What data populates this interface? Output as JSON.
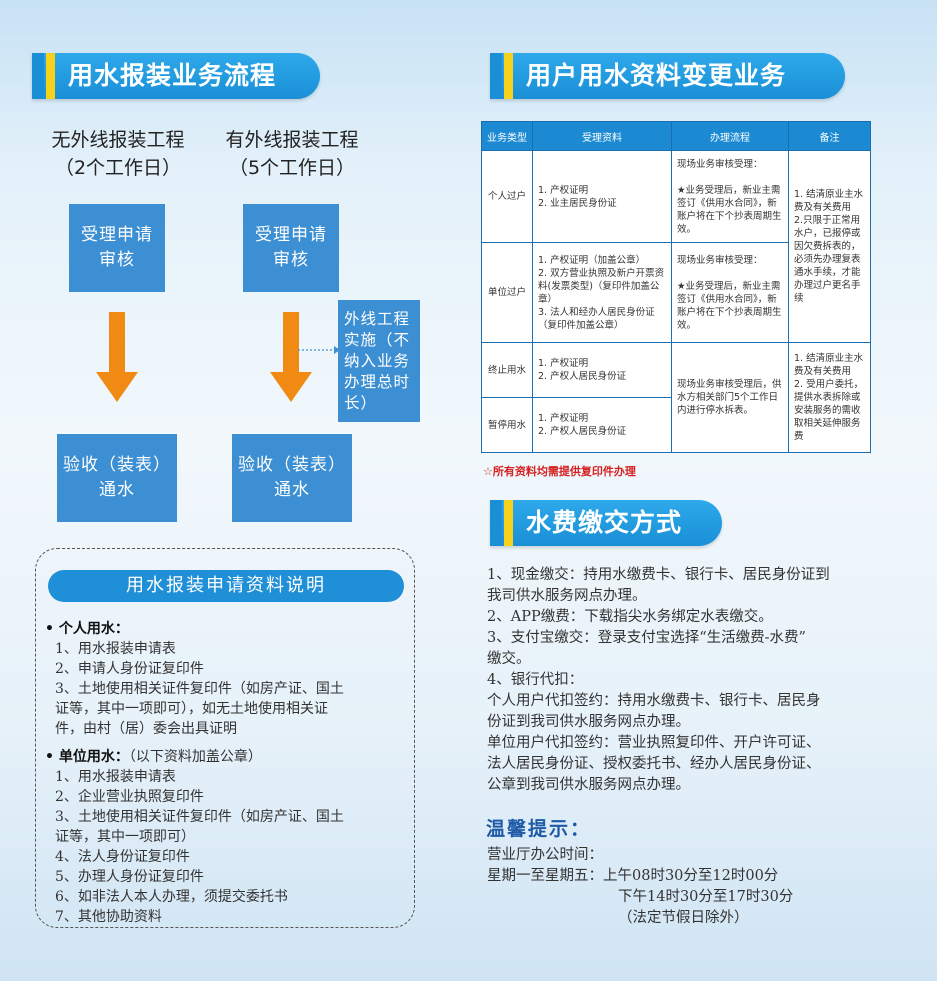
{
  "flow": {
    "banner": "用水报装业务流程",
    "col1": {
      "head1": "无外线报装工程",
      "head2": "（2个工作日）",
      "step1": "受理申请\n审核",
      "step2": "验收（装表）\n通水"
    },
    "col2": {
      "head1": "有外线报装工程",
      "head2": "（5个工作日）",
      "step1": "受理申请\n审核",
      "side": "外线工程\n实施（不\n纳入业务\n办理总时\n长）",
      "step2": "验收（装表）\n通水"
    }
  },
  "materials": {
    "title": "用水报装申请资料说明",
    "personal": {
      "label": "• 个人用水：",
      "items": [
        "1、用水报装申请表",
        "2、申请人身份证复印件",
        "3、土地使用相关证件复印件（如房产证、国土",
        "证等，其中一项即可），如无土地使用相关证",
        "件，由村（居）委会出具证明"
      ]
    },
    "unit": {
      "label": "• 单位用水：",
      "note": "（以下资料加盖公章）",
      "items": [
        "1、用水报装申请表",
        "2、企业营业执照复印件",
        "3、土地使用相关证件复印件（如房产证、国土",
        "证等，其中一项即可）",
        "4、法人身份证复印件",
        "5、办理人身份证复印件",
        "6、如非法人本人办理，须提交委托书",
        "7、其他协助资料"
      ]
    }
  },
  "change": {
    "banner": "用户用水资料变更业务",
    "headers": [
      "业务类型",
      "受理资料",
      "办理流程",
      "备注"
    ],
    "rows": [
      {
        "type": "个人过户",
        "docs": "1. 产权证明\n2. 业主居民身份证",
        "process": "现场业务审核受理：\n\n★业务受理后，新业主需签订《供用水合同》，新账户将在下个抄表周期生效。"
      },
      {
        "type": "单位过户",
        "docs": "1. 产权证明（加盖公章）\n2. 双方营业执照及新户开票资料(发票类型)（复印件加盖公章）\n3. 法人和经办人居民身份证（复印件加盖公章）",
        "process": "现场业务审核受理：\n\n★业务受理后，新业主需签订《供用水合同》，新账户将在下个抄表周期生效。"
      },
      {
        "type": "终止用水",
        "docs": "1. 产权证明\n2. 产权人居民身份证"
      },
      {
        "type": "暂停用水",
        "docs": "1. 产权证明\n2. 产权人居民身份证"
      }
    ],
    "note_transfer": "1. 结清原业主水费及有关费用\n2.只限于正常用水户，已报停或因欠费拆表的，必须先办理复表通水手续，才能办理过户更名手续",
    "process_stop": "现场业务审核受理后，供水方相关部门5个工作日内进行停水拆表。",
    "note_stop": "1. 结清原业主水费及有关费用\n2. 受用户委托，提供水表拆除或安装服务的需收取相关延伸服务费",
    "footnote": "☆所有资料均需提供复印件办理"
  },
  "fee": {
    "banner": "水费缴交方式",
    "lines": [
      "1、现金缴交：持用水缴费卡、银行卡、居民身份证到",
      "我司供水服务网点办理。",
      "2、APP缴费：下载指尖水务绑定水表缴交。",
      "3、支付宝缴交：登录支付宝选择“生活缴费-水费”",
      "缴交。",
      "4、银行代扣：",
      "个人用户代扣签约：持用水缴费卡、银行卡、居民身",
      "份证到我司供水服务网点办理。",
      "单位用户代扣签约：营业执照复印件、开户许可证、",
      "法人居民身份证、授权委托书、经办人居民身份证、",
      "公章到我司供水服务网点办理。"
    ]
  },
  "tips": {
    "title": "温馨提示：",
    "hours_label": "营业厅办公时间：",
    "days": "星期一至星期五：",
    "am": "上午08时30分至12时00分",
    "pm": "下午14时30分至17时30分",
    "holiday": "（法定节假日除外）"
  },
  "colors": {
    "banner_blue": "#1a8fd6",
    "stripe_yellow": "#f6d21a",
    "box_blue": "#3d8fd3",
    "arrow_orange": "#f08a12",
    "alert_red": "#d62020",
    "tip_blue": "#1f5aa8"
  }
}
